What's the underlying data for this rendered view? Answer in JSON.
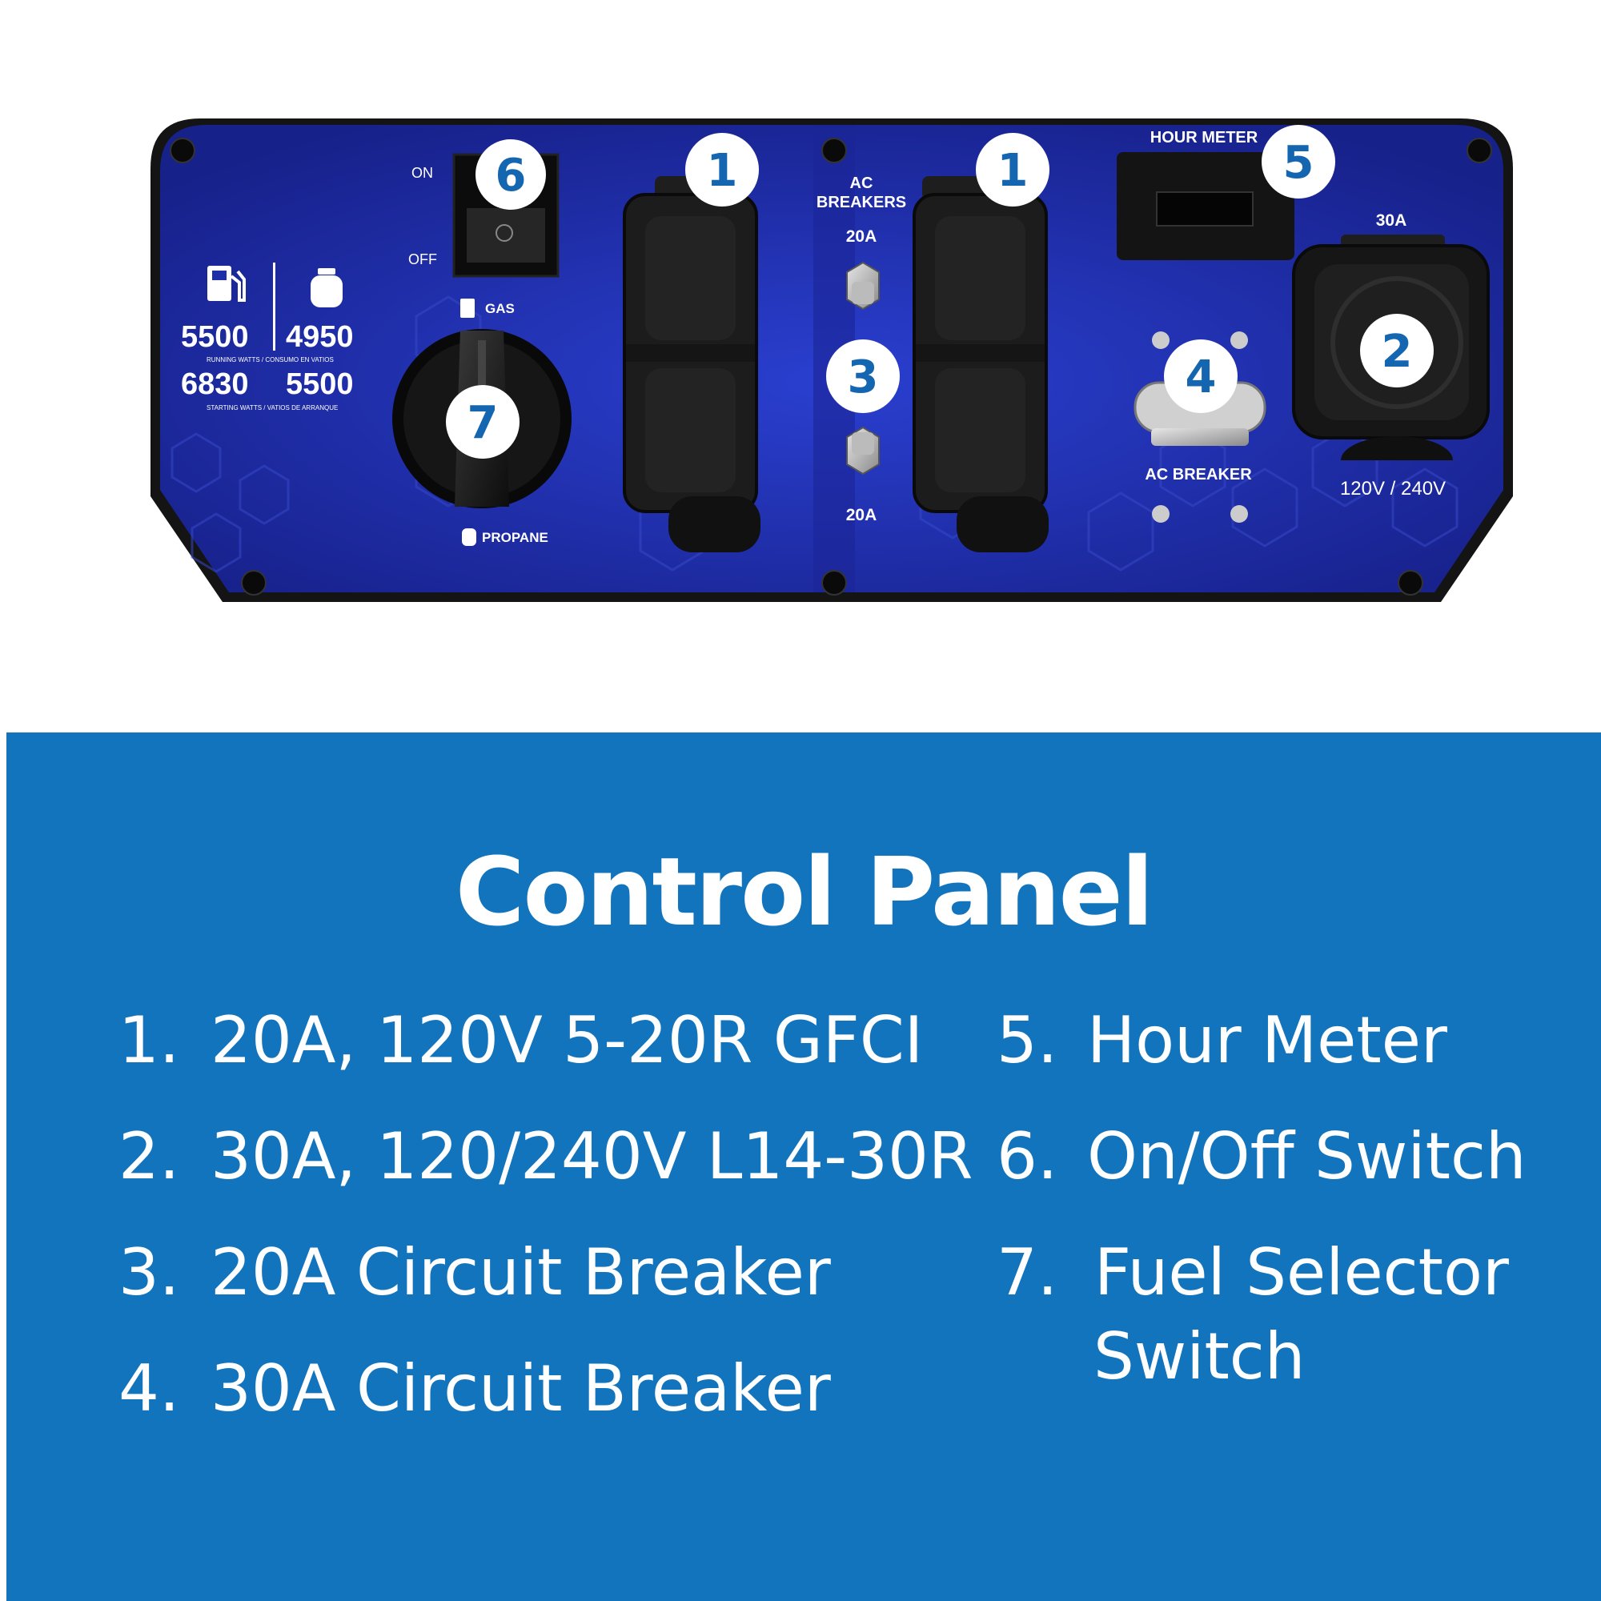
{
  "panel": {
    "callouts": {
      "gfci_left": "1",
      "gfci_right": "1",
      "l14_outlet": "2",
      "breakers_20a": "3",
      "breaker_30a": "4",
      "hour_meter": "5",
      "on_off": "6",
      "fuel_selector": "7"
    },
    "labels": {
      "on": "ON",
      "off": "OFF",
      "gas": "GAS",
      "propane": "PROPANE",
      "ac_breakers_line1": "AC",
      "ac_breakers_line2": "BREAKERS",
      "breaker_top_rating": "20A",
      "breaker_bottom_rating": "20A",
      "hour_meter": "HOUR METER",
      "rating_30a": "30A",
      "ac_breaker": "AC BREAKER",
      "voltage": "120V / 240V"
    },
    "watts": {
      "gas_running": "5500",
      "propane_running": "4950",
      "running_caption": "RUNNING WATTS / CONSUMO EN VATIOS",
      "gas_starting": "6830",
      "propane_starting": "5500",
      "starting_caption": "STARTING WATTS / VATIOS DE ARRANQUE"
    },
    "colors": {
      "panel_blue": "#1f2fa8",
      "frame": "#141414",
      "callout_text": "#1466b0"
    }
  },
  "legend": {
    "title": "Control Panel",
    "items": [
      {
        "num": "1.",
        "text": "20A, 120V 5-20R GFCI"
      },
      {
        "num": "2.",
        "text": "30A, 120/240V L14-30R"
      },
      {
        "num": "3.",
        "text": "20A Circuit Breaker"
      },
      {
        "num": "4.",
        "text": "30A Circuit Breaker"
      },
      {
        "num": "5.",
        "text": "Hour Meter"
      },
      {
        "num": "6.",
        "text": "On/Off Switch"
      },
      {
        "num": "7.",
        "text": "Fuel Selector"
      },
      {
        "num": "",
        "text": "Switch"
      }
    ],
    "background": "#1274bd"
  }
}
